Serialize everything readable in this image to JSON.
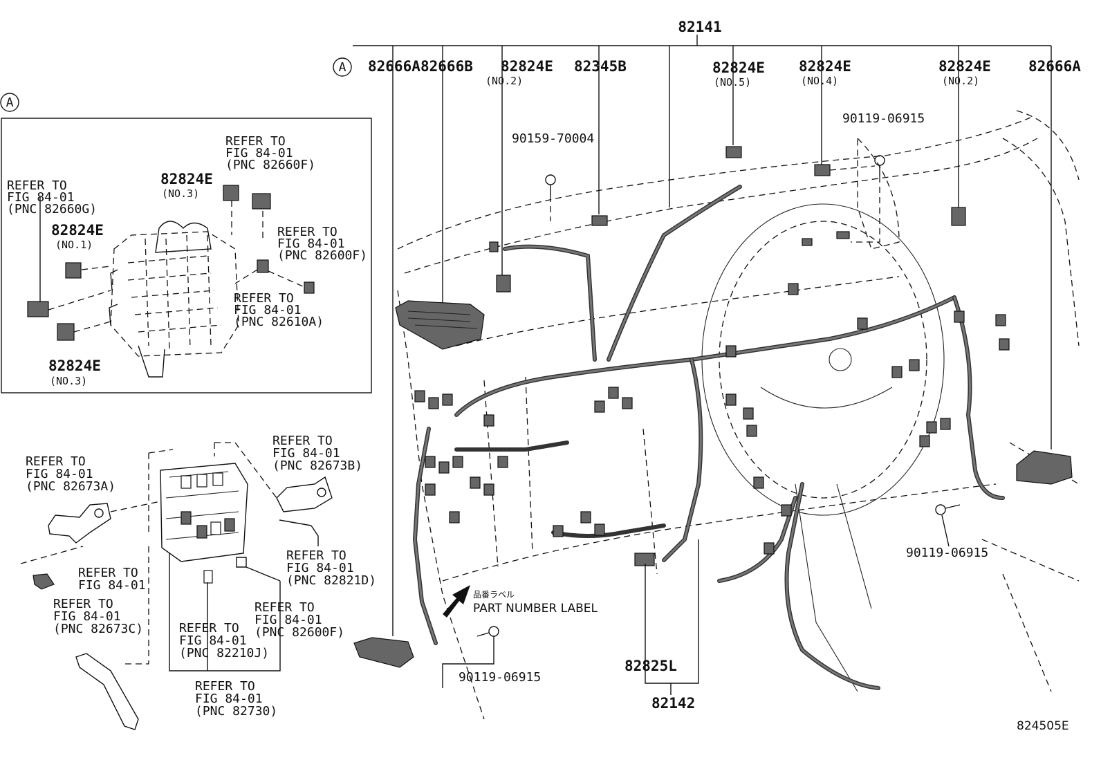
{
  "labels": {
    "main_harness": "82141",
    "circle_a": "A",
    "top_82666A_left": "82666A",
    "top_82666B": "82666B",
    "top_82824E_1": "82824E",
    "top_82824E_1_no": "(NO.2)",
    "top_82345B": "82345B",
    "top_82824E_2": "82824E",
    "top_82824E_2_no": "(NO.5)",
    "top_82824E_3": "82824E",
    "top_82824E_3_no": "(NO.4)",
    "top_82824E_4": "82824E",
    "top_82824E_4_no": "(NO.2)",
    "top_82666A_right": "82666A",
    "bolt_90159": "90159-70004",
    "bolt_90119_top": "90119-06915",
    "bolt_90119_right": "90119-06915",
    "bolt_90119_bottom": "90119-06915",
    "part_82825L": "82825L",
    "part_82142": "82142",
    "label_jp": "品番ラベル",
    "label_part_number": "PART NUMBER LABEL",
    "figure_code": "824505E"
  },
  "inset": {
    "circle": "A",
    "p_82824E_no3_top": "82824E",
    "p_82824E_no3_top_no": "(NO.3)",
    "p_82824E_no1": "82824E",
    "p_82824E_no1_no": "(NO.1)",
    "p_82824E_no3_bot": "82824E",
    "p_82824E_no3_bot_no": "(NO.3)",
    "ref_82660F": [
      "REFER TO",
      "FIG 84-01",
      "(PNC 82660F)"
    ],
    "ref_82660G": [
      "REFER TO",
      "FIG 84-01",
      "(PNC 82660G)"
    ],
    "ref_82600F": [
      "REFER TO",
      "FIG 84-01",
      "(PNC 82600F)"
    ],
    "ref_82610A": [
      "REFER TO",
      "FIG 84-01",
      "(PNC 82610A)"
    ]
  },
  "lower": {
    "ref_82673A": [
      "REFER TO",
      "FIG 84-01",
      "(PNC 82673A)"
    ],
    "ref_82673B": [
      "REFER TO",
      "FIG 84-01",
      "(PNC 82673B)"
    ],
    "ref_plain": [
      "REFER TO",
      "FIG 84-01"
    ],
    "ref_82673C": [
      "REFER TO",
      "FIG 84-01",
      "(PNC 82673C)"
    ],
    "ref_82821D": [
      "REFER TO",
      "FIG 84-01",
      "(PNC 82821D)"
    ],
    "ref_82600F": [
      "REFER TO",
      "FIG 84-01",
      "(PNC 82600F)"
    ],
    "ref_82210J": [
      "REFER TO",
      "FIG 84-01",
      "(PNC 82210J)"
    ],
    "ref_82730": [
      "REFER TO",
      "FIG 84-01",
      "(PNC 82730)"
    ]
  }
}
